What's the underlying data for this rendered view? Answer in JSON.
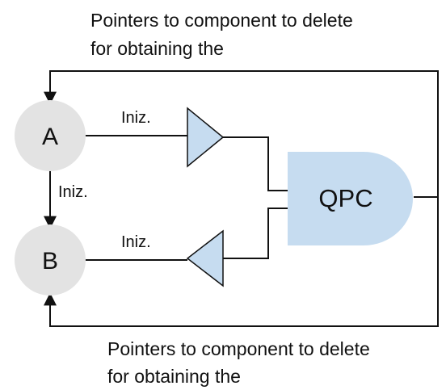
{
  "captions": {
    "top_line1": "Pointers to component to delete",
    "top_line2": "for obtaining the",
    "bottom_line1": "Pointers to component to delete",
    "bottom_line2": "for obtaining the"
  },
  "nodes": {
    "a": "A",
    "b": "B",
    "qpc": "QPC"
  },
  "edge_labels": {
    "a_to_amp": "Iniz.",
    "a_to_b": "Iniz.",
    "amp_to_b": "Iniz."
  },
  "colors": {
    "node_fill": "#e3e3e3",
    "shape_fill": "#c6dcf0",
    "line": "#111111"
  }
}
